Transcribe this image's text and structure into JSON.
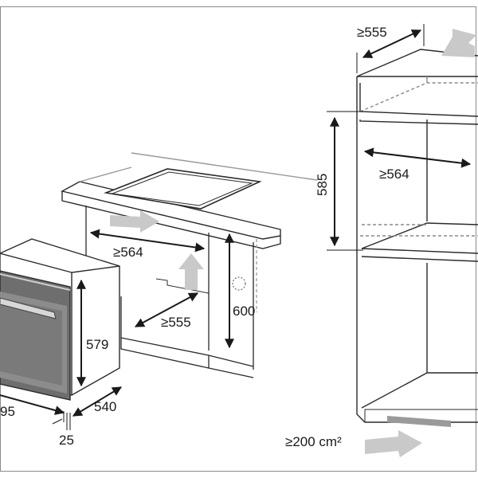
{
  "labels": {
    "under_counter_width": "≥564",
    "under_counter_depth": "≥555",
    "under_counter_height": "600",
    "oven_height": "579",
    "oven_depth": "540",
    "oven_width_partial": "95",
    "oven_door_offset": "25",
    "tall_cabinet_depth": "≥555",
    "tall_cabinet_width": "≥564",
    "tall_cabinet_height": "585",
    "ventilation_area": "≥200 cm²"
  },
  "icons": [
    "airflow-arrow-icon"
  ],
  "colors": {
    "line": "#2a2a2a",
    "light_line": "#9a9a9a",
    "arrow_fill": "#c9c9c9",
    "frame": "#8a8a8a"
  }
}
